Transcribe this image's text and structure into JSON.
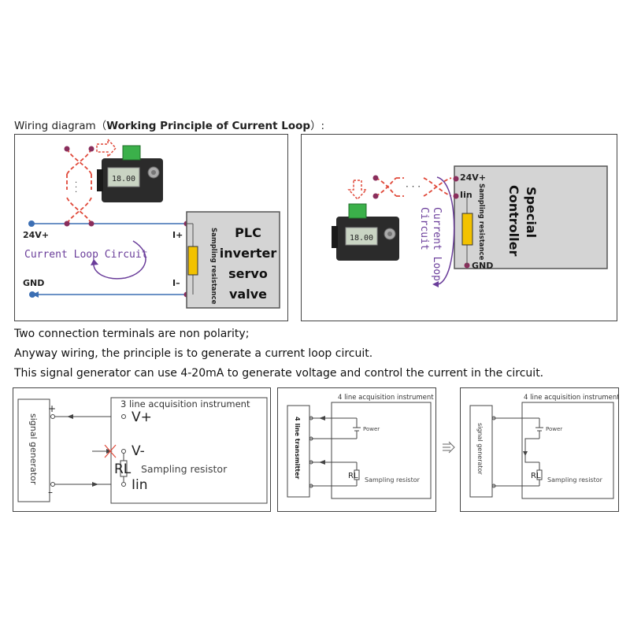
{
  "heading": {
    "prefix": "Wiring diagram（",
    "bold": "Working Principle of Current Loop",
    "suffix": "）:"
  },
  "panel1": {
    "terminal_24v": "24V+",
    "terminal_gnd": "GND",
    "loop_label": "Current Loop Circuit",
    "i_plus": "I+",
    "i_minus": "I–",
    "resistor_label": "Sampling resistance",
    "device_lines": [
      "PLC",
      "inverter",
      "servo",
      "valve"
    ],
    "display_value": "18.00"
  },
  "panel2": {
    "terminal_24v": "24V+",
    "terminal_iin": "Iin",
    "terminal_gnd": "GND",
    "loop_label": [
      "Current Loop",
      "Circuit"
    ],
    "resistor_label": "Sampling resistance",
    "device_lines": [
      "Special",
      "Controller"
    ],
    "display_value": "18.00"
  },
  "notes": [
    "Two connection terminals are non polarity;",
    "Anyway wiring, the principle is to generate a current loop circuit.",
    "This signal generator can use 4-20mA to generate voltage and control the current in the circuit."
  ],
  "bottom1": {
    "generator_label": "signal generator",
    "plus": "+",
    "minus": "–",
    "instrument_title": "3 line acquisition instrument",
    "v_plus": "V+",
    "v_minus": "V-",
    "rl": "RL",
    "sampling": "Sampling resistor",
    "iin": "Iin"
  },
  "bottom2": {
    "transmitter_label": "4 line transmitter",
    "instrument_title": "4 line acquisition instrument",
    "power": "Power",
    "rl": "RL",
    "sampling": "Sampling resistor"
  },
  "bottom3": {
    "generator_label": "signal generator",
    "instrument_title": "4 line acquisition instrument",
    "power": "Power",
    "rl": "RL",
    "sampling": "Sampling resistor"
  },
  "colors": {
    "wire_blue": "#3c6fb4",
    "wire_purple": "#6a3d9a",
    "cross_red": "#e0493a",
    "device_gray": "#d4d4d4",
    "resistor_yellow": "#f2c200"
  }
}
